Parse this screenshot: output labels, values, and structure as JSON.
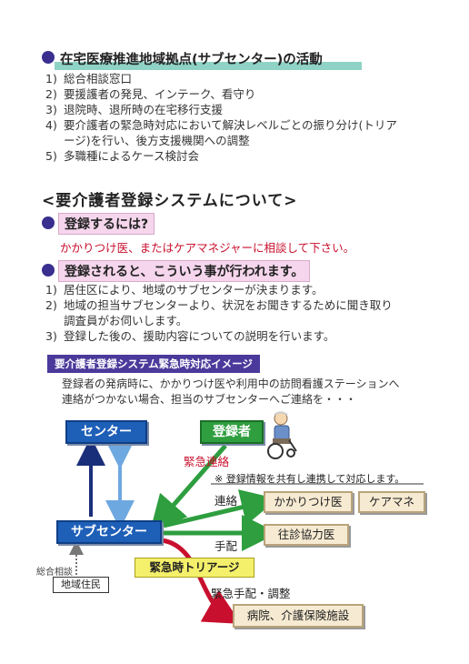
{
  "activities": {
    "title": "在宅医療推進地域拠点(サブセンター)の活動",
    "items": [
      {
        "num": "1)",
        "text": "総合相談窓口"
      },
      {
        "num": "2)",
        "text": "要援護者の発見、インテーク、看守り"
      },
      {
        "num": "3)",
        "text": "退院時、退所時の在宅移行支援"
      },
      {
        "num": "4)",
        "text": "要介護者の緊急時対応において解決レベルごとの振り分け(トリア",
        "cont": "ージ)を行い、後方支援機関への調整"
      },
      {
        "num": "5)",
        "text": "多職種によるケース検討会"
      }
    ]
  },
  "registration": {
    "title": "<要介護者登録システムについて>",
    "how_title": "登録するには?",
    "how_text": "かかりつけ医、またはケアマネジャーに相談して下さい。",
    "after_title": "登録されると、こういう事が行われます。",
    "after_items": [
      {
        "num": "1)",
        "text": "居住区により、地域のサブセンターが決まります。"
      },
      {
        "num": "2)",
        "text": "地域の担当サブセンターより、状況をお聞きするために聞き取り",
        "cont": "調査員がお伺いします。"
      },
      {
        "num": "3)",
        "text": "登録した後の、援助内容についての説明を行います。"
      }
    ]
  },
  "emergency": {
    "banner": "要介護者登録システム緊急時対応イメージ",
    "intro_line1": "登録者の発病時に、かかりつけ医や利用中の訪問看護ステーションへ",
    "intro_line2": "連絡がつかない場合、担当のサブセンターへご連絡を・・・",
    "center": "センター",
    "registrant": "登録者",
    "emergency_contact": "緊急連絡",
    "note": "※ 登録情報を共有し連携して対応します。",
    "contact_label": "連絡",
    "family_doctor": "かかりつけ医",
    "care_manager": "ケアマネ",
    "subcenter": "サブセンター",
    "home_visit_doctor": "往診協力医",
    "arrange_label": "手配",
    "general_consult": "総合相談",
    "local_residents": "地域住民",
    "triage": "緊急時トリアージ",
    "emergency_arrange": "緊急手配・調整",
    "hospital": "病院、介護保険施設"
  },
  "colors": {
    "accent_blue": "#1e5fb8",
    "accent_green": "#2e9e3f",
    "accent_red": "#c8102e",
    "accent_purple": "#4b3a9b"
  }
}
